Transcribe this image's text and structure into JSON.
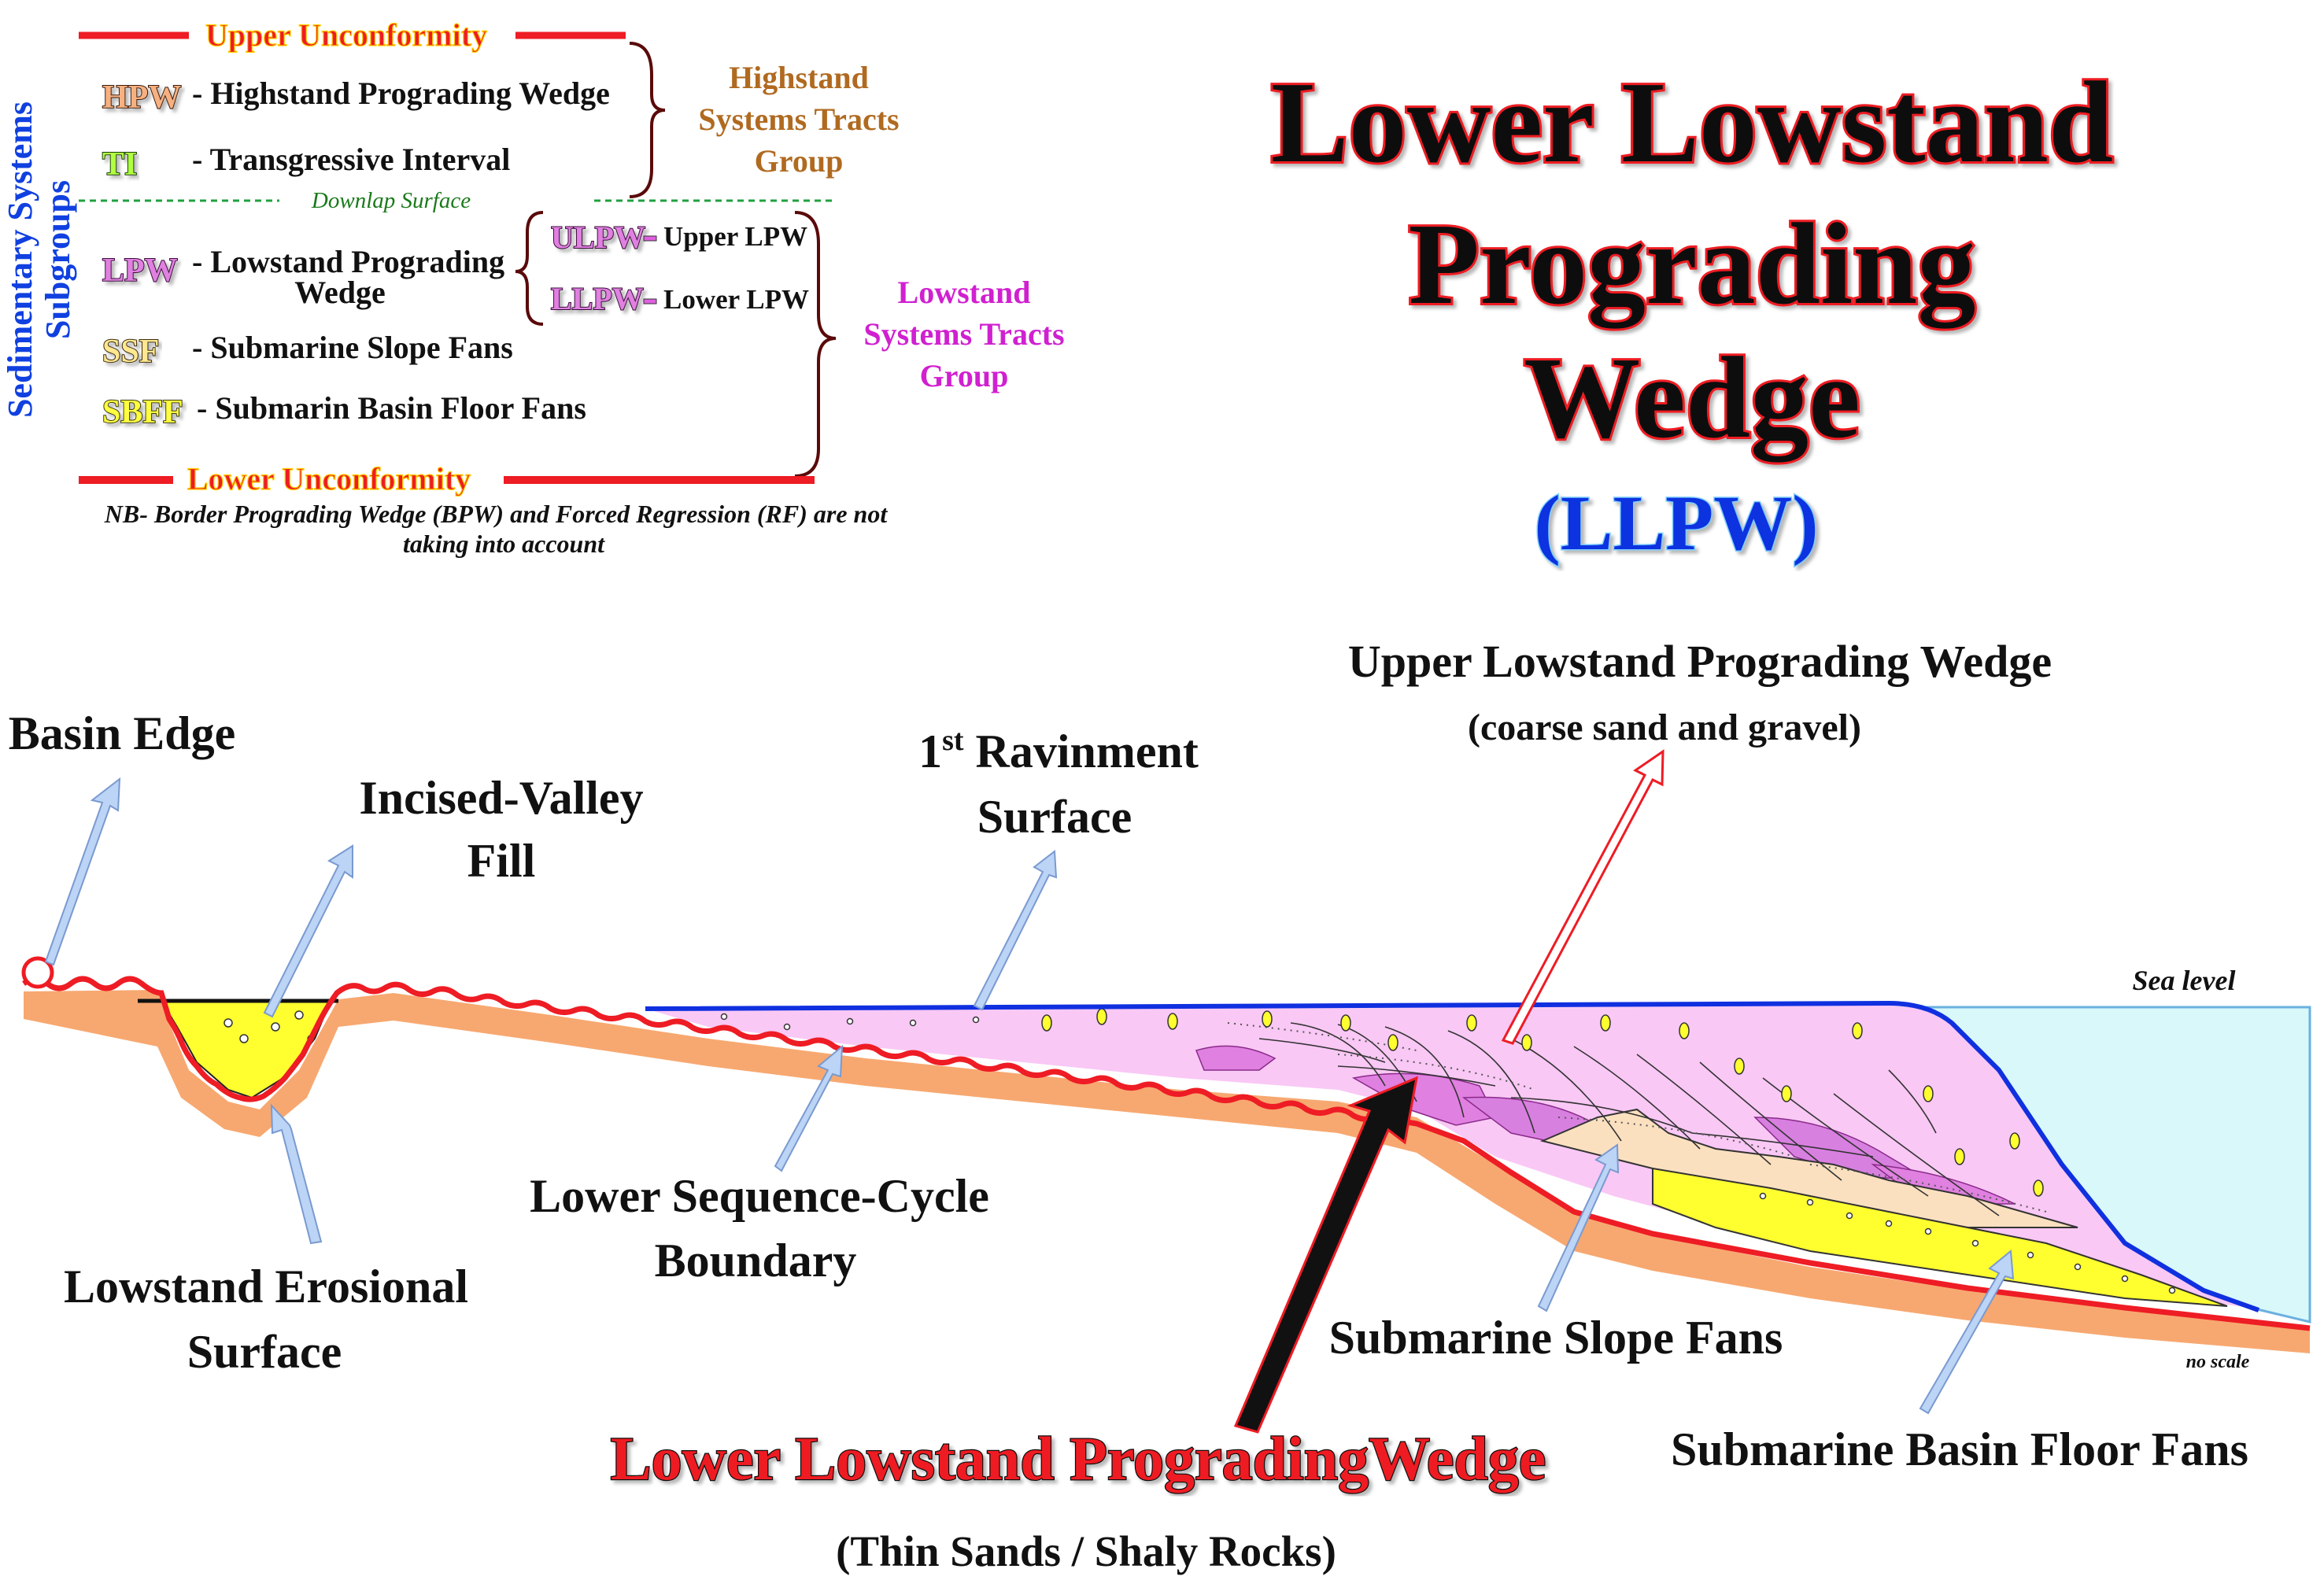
{
  "legend": {
    "side_title": [
      "Sedimentary Systems",
      "Subgroups"
    ],
    "upper_unconformity": "Upper Unconformity",
    "lower_unconformity": "Lower Unconformity",
    "downlap_surface": "Downlap Surface",
    "highstand_group": [
      "Highstand",
      "Systems Tracts",
      "Group"
    ],
    "lowstand_group": [
      "Lowstand",
      "Systems Tracts",
      "Group"
    ],
    "items": {
      "hpw": {
        "abbr": "HPW",
        "desc": "- Highstand Prograding Wedge"
      },
      "ti": {
        "abbr": "TI",
        "desc": "- Transgressive Interval"
      },
      "lpw": {
        "abbr": "LPW",
        "desc1": "- Lowstand Prograding",
        "desc2": "Wedge"
      },
      "ulpw": {
        "abbr": "ULPW",
        "desc": "Upper LPW"
      },
      "llpw": {
        "abbr": "LLPW",
        "desc": "Lower LPW"
      },
      "ssf": {
        "abbr": "SSF",
        "desc": "- Submarine Slope Fans"
      },
      "sbff": {
        "abbr": "SBFF",
        "desc": "- Submarin Basin Floor Fans"
      }
    },
    "note_line1": "NB- Border Prograding Wedge (BPW) and Forced Regression (RF) are not",
    "note_line2": "taking into account"
  },
  "title": {
    "line1": "Lower Lowstand",
    "line2": "Prograding",
    "line3": "Wedge",
    "abbr": "(LLPW)"
  },
  "labels": {
    "basin_edge": "Basin Edge",
    "incised_valley_1": "Incised-Valley",
    "incised_valley_2": "Fill",
    "ravinment_num": "1",
    "ravinment_sup": "st",
    "ravinment_1": "Ravinment",
    "ravinment_2": "Surface",
    "ulpw_1": "Upper Lowstand Prograding Wedge",
    "ulpw_2": "(coarse sand and gravel)",
    "sea_level": "Sea level",
    "no_scale": "no scale",
    "lower_boundary_1": "Lower Sequence-Cycle",
    "lower_boundary_2": "Boundary",
    "erosional_1": "Lowstand Erosional",
    "erosional_2": "Surface",
    "slope_fans": "Submarine Slope Fans",
    "basin_floor_fans": "Submarine Basin Floor Fans",
    "llpw_main": "Lower Lowstand PradingWedge",
    "llpw_sub": "(Thin Sands / Shaly Rocks)"
  },
  "colors": {
    "red": "#ee1c24",
    "blue": "#1030e0",
    "orange": "#f7a870",
    "pink": "#f9c8f5",
    "magenta": "#e060e0",
    "yellow": "#ffff30",
    "sea": "#d8f8fa",
    "legend_blue": "#1040e0",
    "brown": "#b06a20",
    "purple": "#d020d0",
    "dark_red": "#5a0a0a"
  }
}
